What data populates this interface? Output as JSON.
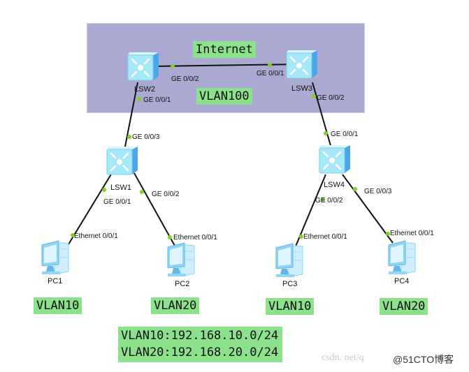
{
  "region": {
    "label_top": "Internet",
    "label_bottom": "VLAN100",
    "fill": "#a9a9d1"
  },
  "colors": {
    "tag_fill": "#8be28b",
    "port_dot": "#7ed321",
    "link": "#111111",
    "switch_face": "#a6e8f8",
    "switch_side": "#4aa6e8",
    "pc_body": "#8fd3f5"
  },
  "devices": {
    "lsw1": {
      "label": "LSW1",
      "type": "switch-icon"
    },
    "lsw2": {
      "label": "LSW2",
      "type": "switch-icon"
    },
    "lsw3": {
      "label": "LSW3",
      "type": "switch-icon"
    },
    "lsw4": {
      "label": "LSW4",
      "type": "switch-icon"
    },
    "pc1": {
      "label": "PC1",
      "type": "pc-icon",
      "vlan": "VLAN10"
    },
    "pc2": {
      "label": "PC2",
      "type": "pc-icon",
      "vlan": "VLAN20"
    },
    "pc3": {
      "label": "PC3",
      "type": "pc-icon",
      "vlan": "VLAN10"
    },
    "pc4": {
      "label": "PC4",
      "type": "pc-icon",
      "vlan": "VLAN20"
    }
  },
  "links": [
    {
      "from": "LSW2",
      "from_port": "GE 0/0/2",
      "to": "LSW3",
      "to_port": "GE 0/0/1"
    },
    {
      "from": "LSW2",
      "from_port": "GE 0/0/1",
      "to": "LSW1",
      "to_port": "GE 0/0/3"
    },
    {
      "from": "LSW3",
      "from_port": "GE 0/0/2",
      "to": "LSW4",
      "to_port": "GE 0/0/1"
    },
    {
      "from": "LSW1",
      "from_port": "GE 0/0/1",
      "to": "PC1",
      "to_port": "Ethernet 0/0/1"
    },
    {
      "from": "LSW1",
      "from_port": "GE 0/0/2",
      "to": "PC2",
      "to_port": "Ethernet 0/0/1"
    },
    {
      "from": "LSW4",
      "from_port": "GE 0/0/2",
      "to": "PC3",
      "to_port": "Ethernet 0/0/1"
    },
    {
      "from": "LSW4",
      "from_port": "GE 0/0/3",
      "to": "PC4",
      "to_port": "Ethernet 0/0/1"
    }
  ],
  "subnets": [
    "VLAN10:192.168.10.0/24",
    "VLAN20:192.168.20.0/24"
  ],
  "watermark": {
    "faint": "csdn. net/q",
    "brand": "@51CTO博客"
  }
}
